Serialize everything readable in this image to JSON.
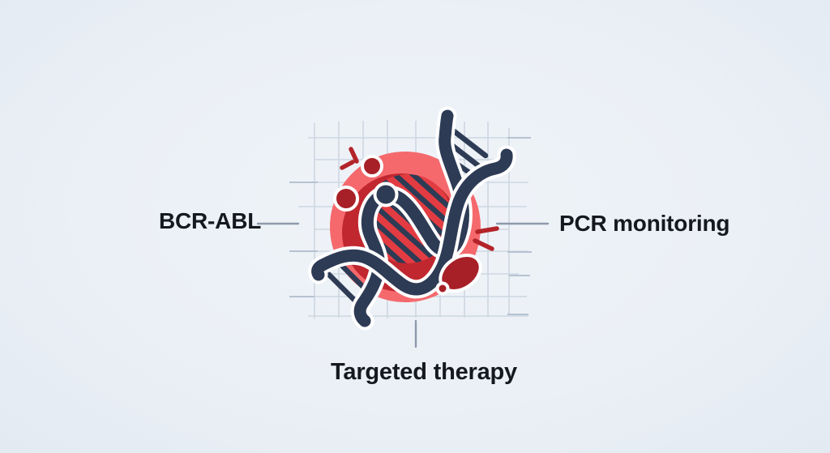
{
  "diagram": {
    "labels": {
      "left": "BCR-ABL",
      "right": "PCR monitoring",
      "bottom": "Targeted therapy"
    },
    "icons": {
      "center": "dna-double-helix-icon",
      "backdrop": "grid-paper-icon",
      "decorations": [
        "blood-cell-icon",
        "blood-cell-ellipse-icon",
        "spark-marks-icon",
        "helix-node-bead-icon"
      ]
    }
  },
  "colors": {
    "bg": "#ebf0f6",
    "bg_center": "#eff3f8",
    "bg_edge": "#e3eaf2",
    "grid": "#cdd7e2",
    "grid_dark": "#b6c2d0",
    "connector": "#8d9aad",
    "salmon": "#f5696d",
    "dark_red": "#c1272f",
    "bright_red": "#e23c42",
    "deep_red": "#a82027",
    "navy": "#2d3b55",
    "spark_red": "#b3242a",
    "outline": "#ffffff",
    "text": "#15191f"
  }
}
